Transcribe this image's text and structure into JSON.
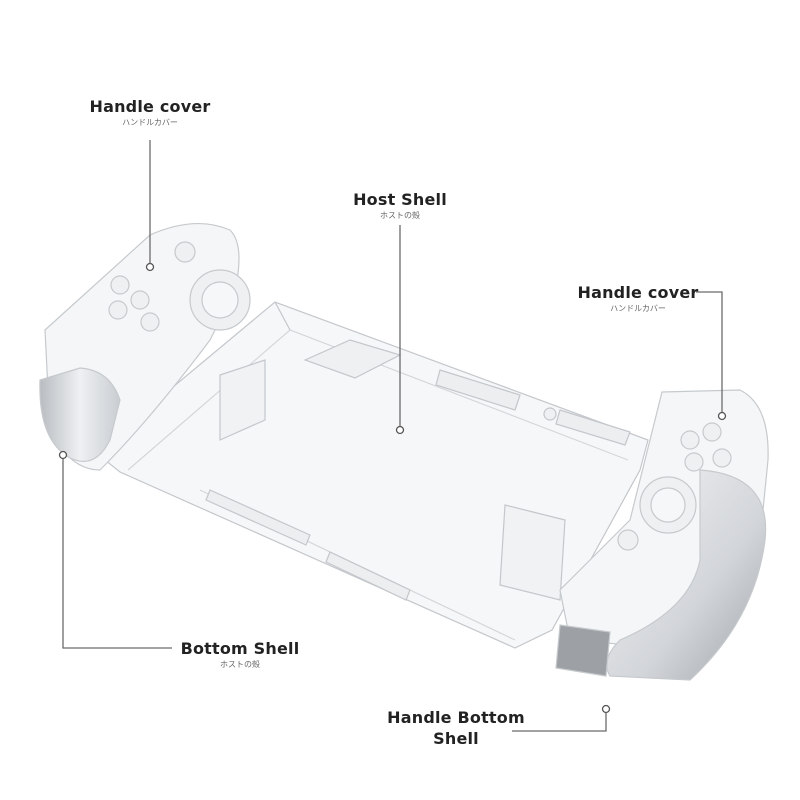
{
  "labels": {
    "handle_cover_left": {
      "en": "Handle cover",
      "jp": "ハンドルカバー"
    },
    "host_shell": {
      "en": "Host Shell",
      "jp": "ホストの殻"
    },
    "handle_cover_right": {
      "en": "Handle cover",
      "jp": "ハンドルカバー"
    },
    "bottom_shell": {
      "en": "Bottom Shell",
      "jp": "ホストの殻"
    },
    "handle_bottom_shell": {
      "line1": "Handle Bottom",
      "line2": "Shell"
    }
  },
  "colors": {
    "background": "#ffffff",
    "leader_line": "#6b6b6b",
    "shell_edge": "#c4c8cc",
    "shell_fill": "#f4f6f8",
    "grip_dark": "#8d9196"
  }
}
